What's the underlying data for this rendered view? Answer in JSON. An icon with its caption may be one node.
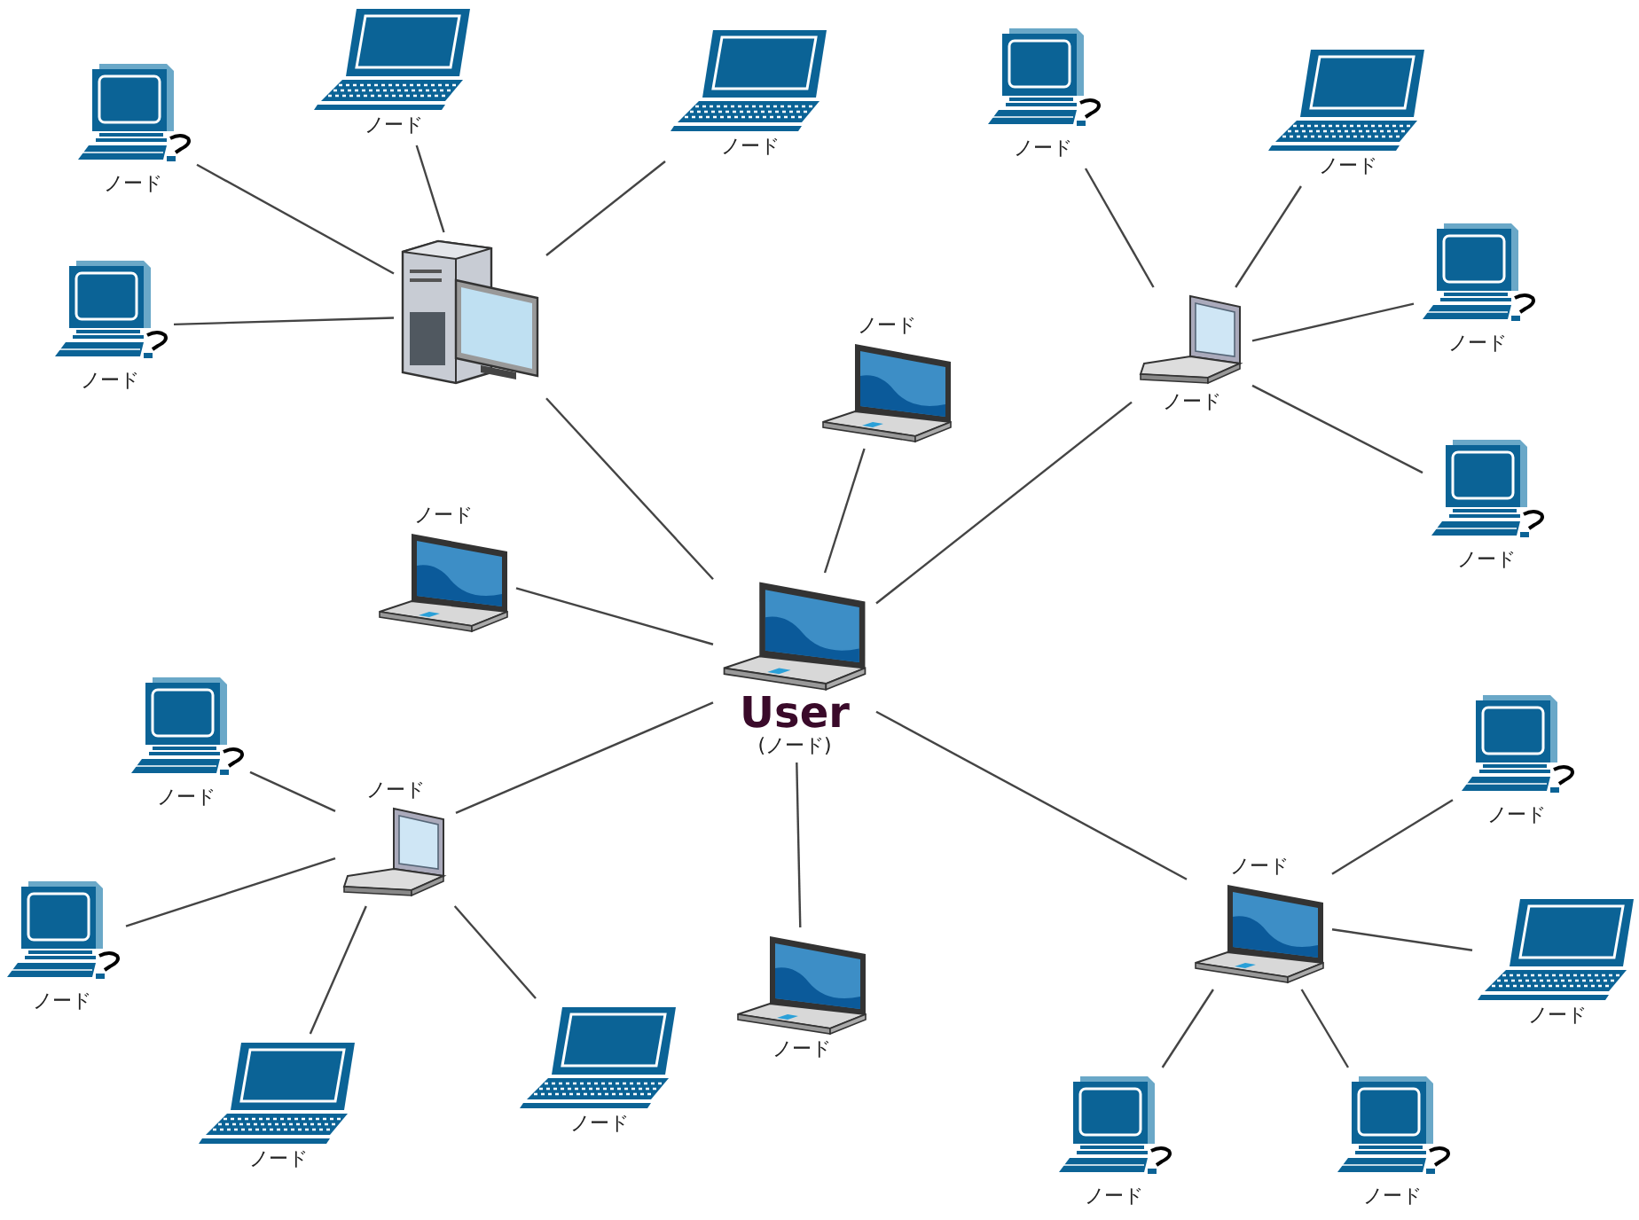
{
  "diagram": {
    "nodes": [
      {
        "text": [
          "ノード"
        ]
      },
      {
        "text": [
          "ノード"
        ]
      },
      {
        "text": [
          "ノード"
        ]
      },
      {
        "text": [
          "ノード"
        ]
      },
      {
        "text": [],
        "shape": "picture"
      },
      {
        "text": [
          "ノード"
        ]
      },
      {
        "text": [
          "ノード"
        ]
      },
      {
        "text": [
          "ノード"
        ]
      },
      {
        "text": [
          "ノード"
        ]
      },
      {
        "text": [
          "ノード"
        ]
      },
      {
        "text": [
          "ノード"
        ]
      },
      {
        "text": [
          "ノード"
        ]
      },
      {
        "text": [
          "User",
          "(ノード)"
        ]
      },
      {
        "text": [
          "ノード"
        ]
      },
      {
        "text": [
          "ノード"
        ]
      },
      {
        "text": [
          "ノード"
        ]
      },
      {
        "text": [
          "ノード"
        ]
      },
      {
        "text": [
          "ノード"
        ]
      },
      {
        "text": [
          "ノード"
        ]
      },
      {
        "text": [
          "ノード"
        ]
      },
      {
        "text": [
          "ノード"
        ]
      },
      {
        "text": [
          "ノード"
        ]
      },
      {
        "text": [
          "ノード"
        ]
      },
      {
        "text": [
          "ノード"
        ]
      }
    ],
    "edges": [
      {
        "from": 0,
        "to": 4,
        "arrow": "none"
      },
      {
        "from": 1,
        "to": 4,
        "arrow": "none"
      },
      {
        "from": 2,
        "to": 4,
        "arrow": "none"
      },
      {
        "from": 3,
        "to": 4,
        "arrow": "none"
      },
      {
        "from": 4,
        "to": 12,
        "arrow": "none"
      },
      {
        "from": 5,
        "to": 7,
        "arrow": "none"
      },
      {
        "from": 6,
        "to": 7,
        "arrow": "none"
      },
      {
        "from": 8,
        "to": 7,
        "arrow": "none"
      },
      {
        "from": 9,
        "to": 7,
        "arrow": "none"
      },
      {
        "from": 7,
        "to": 12,
        "arrow": "none"
      },
      {
        "from": 10,
        "to": 12,
        "arrow": "none"
      },
      {
        "from": 11,
        "to": 12,
        "arrow": "none"
      },
      {
        "from": 13,
        "to": 14,
        "arrow": "none"
      },
      {
        "from": 15,
        "to": 14,
        "arrow": "none"
      },
      {
        "from": 16,
        "to": 14,
        "arrow": "none"
      },
      {
        "from": 17,
        "to": 14,
        "arrow": "none"
      },
      {
        "from": 14,
        "to": 12,
        "arrow": "none"
      },
      {
        "from": 21,
        "to": 12,
        "arrow": "none"
      },
      {
        "from": 18,
        "to": 12,
        "arrow": "none"
      },
      {
        "from": 19,
        "to": 18,
        "arrow": "none"
      },
      {
        "from": 20,
        "to": 18,
        "arrow": "none"
      },
      {
        "from": 22,
        "to": 18,
        "arrow": "none"
      },
      {
        "from": 23,
        "to": 18,
        "arrow": "none"
      }
    ]
  }
}
